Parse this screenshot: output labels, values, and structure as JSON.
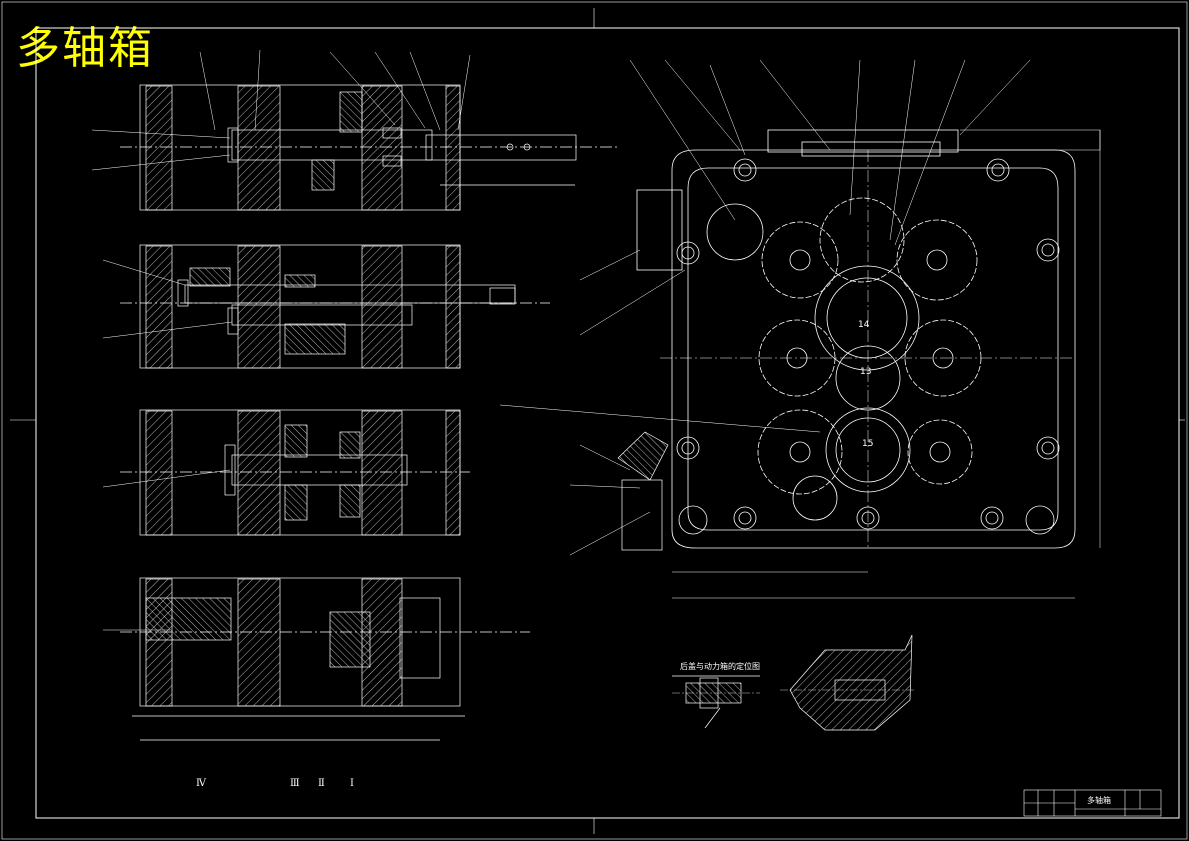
{
  "drawing": {
    "title": "多轴箱",
    "section_labels": [
      "Ⅳ",
      "Ⅲ",
      "Ⅱ",
      "Ⅰ"
    ],
    "inset_title": "后盖与动力箱的定位图",
    "title_block": {
      "name": "多轴箱"
    },
    "gear_numbers": [
      "14",
      "13",
      "15"
    ]
  },
  "colors": {
    "background": "#000000",
    "lines": "#ffffff",
    "title": "#ffff00"
  }
}
